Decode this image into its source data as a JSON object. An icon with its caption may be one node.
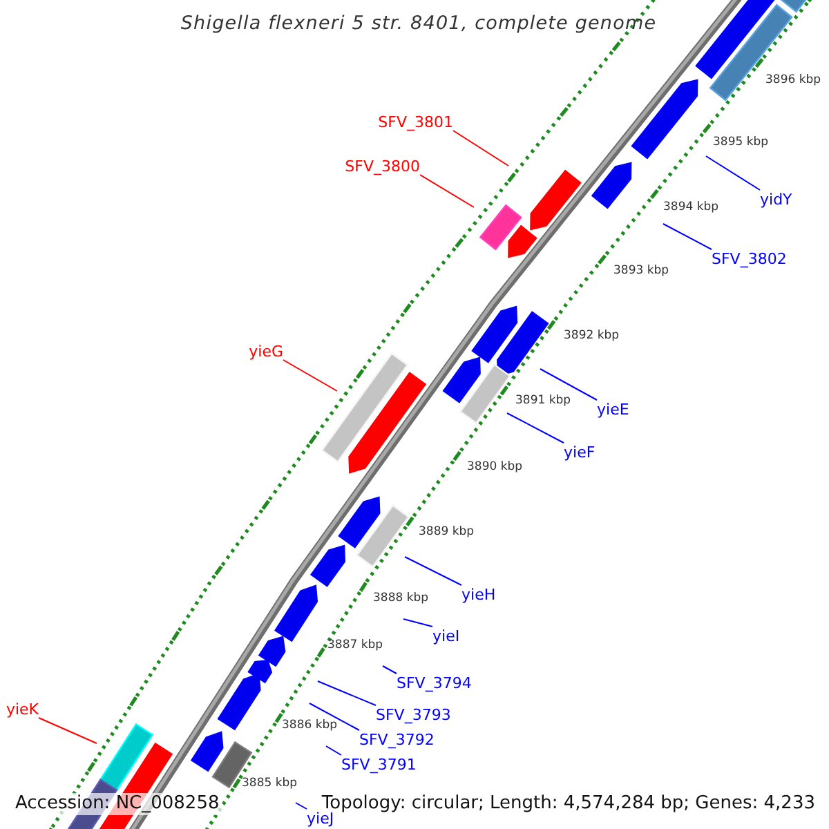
{
  "diagram": {
    "title": "Shigella flexneri 5 str. 8401, complete genome",
    "nodes": [
      {
        "text": [
          "SFV_3801"
        ]
      },
      {
        "text": [
          "SFV_3800"
        ]
      },
      {
        "text": [
          "yidY"
        ]
      },
      {
        "text": [
          "SFV_3802"
        ]
      },
      {
        "text": [
          "yieG"
        ]
      },
      {
        "text": [
          "yieE"
        ]
      },
      {
        "text": [
          "yieF"
        ]
      },
      {
        "text": [
          "yieH"
        ]
      },
      {
        "text": [
          "yieI"
        ]
      },
      {
        "text": [
          "SFV_3794"
        ]
      },
      {
        "text": [
          "yieK"
        ]
      },
      {
        "text": [
          "SFV_3793"
        ]
      },
      {
        "text": [
          "SFV_3792"
        ]
      },
      {
        "text": [
          "SFV_3791"
        ]
      },
      {
        "text": [
          "yieJ"
        ]
      }
    ],
    "edges": [
      {
        "from": 0,
        "to": null,
        "arrow": "none",
        "color": "#ff0000"
      },
      {
        "from": 1,
        "to": null,
        "arrow": "none",
        "color": "#ff0000"
      },
      {
        "from": 2,
        "to": null,
        "arrow": "none"
      },
      {
        "from": 3,
        "to": null,
        "arrow": "none"
      },
      {
        "from": 4,
        "to": null,
        "arrow": "none",
        "color": "#ff0000"
      },
      {
        "from": 5,
        "to": null,
        "arrow": "none"
      },
      {
        "from": 6,
        "to": null,
        "arrow": "none"
      },
      {
        "from": 7,
        "to": null,
        "arrow": "none"
      },
      {
        "from": 8,
        "to": null,
        "arrow": "none"
      },
      {
        "from": 9,
        "to": null,
        "arrow": "none"
      },
      {
        "from": 10,
        "to": null,
        "arrow": "none",
        "color": "#ff0000"
      },
      {
        "from": 11,
        "to": null,
        "arrow": "none"
      },
      {
        "from": 12,
        "to": null,
        "arrow": "none"
      },
      {
        "from": 13,
        "to": null,
        "arrow": "none"
      },
      {
        "from": 14,
        "to": null,
        "arrow": "none"
      }
    ],
    "labels": [
      "3896 kbp",
      "3895 kbp",
      "3894 kbp",
      "3893 kbp",
      "3892 kbp",
      "3891 kbp",
      "3890 kbp",
      "3889 kbp",
      "3888 kbp",
      "3887 kbp",
      "3886 kbp",
      "3885 kbp",
      "Accession: NC_008258",
      "Topology: circular; Length: 4,574,284 bp; Genes: 4,233"
    ]
  }
}
